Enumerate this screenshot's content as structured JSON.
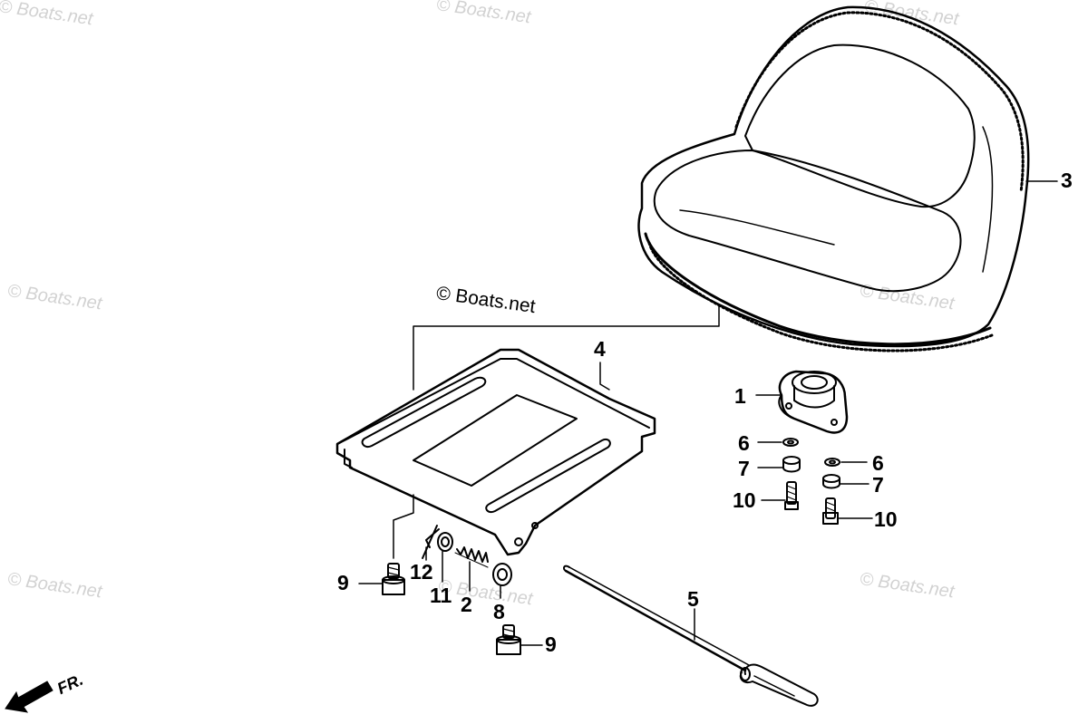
{
  "watermark": {
    "text": "© Boats.net",
    "center_text": "© Boats.net"
  },
  "direction": {
    "label": "FR.",
    "icon": "front-direction-arrow-icon"
  },
  "callouts": {
    "c1": "1",
    "c2": "2",
    "c3": "3",
    "c4": "4",
    "c5": "5",
    "c6a": "6",
    "c6b": "6",
    "c7a": "7",
    "c7b": "7",
    "c8": "8",
    "c9a": "9",
    "c9b": "9",
    "c10a": "10",
    "c10b": "10",
    "c11": "11",
    "c12": "12"
  },
  "colors": {
    "line": "#000000",
    "watermark": "#d2d2d2",
    "background": "#ffffff"
  }
}
